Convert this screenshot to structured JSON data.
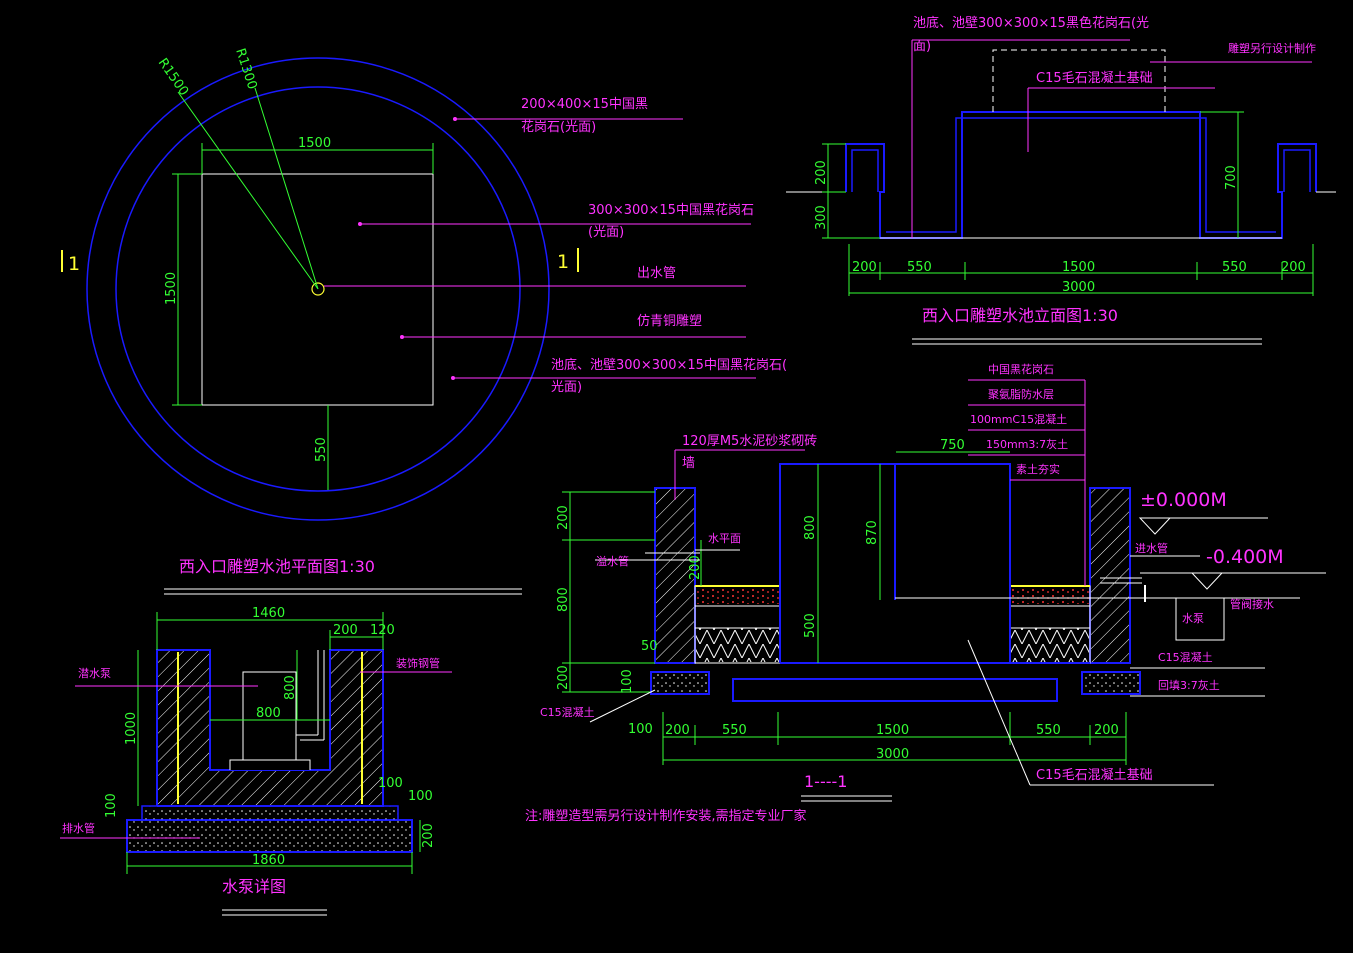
{
  "plan": {
    "title": "西入口雕塑水池平面图1:30",
    "dims": {
      "r1500": "R1500",
      "r1300": "R1300",
      "w1500": "1500",
      "h1500": "1500",
      "d550": "550"
    },
    "section_marks": {
      "left": "1",
      "right": "1"
    },
    "callouts": {
      "c1_line1": "200×400×15中国黑",
      "c1_line2": "花岗石(光面)",
      "c2_line1": "300×300×15中国黑花岗石",
      "c2_line2": "(光面)",
      "c3": "出水管",
      "c4": "仿青铜雕塑",
      "c5_line1": "池底、池壁300×300×15中国黑花岗石(",
      "c5_line2": "光面)"
    }
  },
  "elevation": {
    "title": "西入口雕塑水池立面图1:30",
    "callouts": {
      "top_line1": "池底、池壁300×300×15黑色花岗石(光",
      "top_line2": "面)",
      "right": "雕塑另行设计制作",
      "base": "C15毛石混凝土基础"
    },
    "dims": {
      "d200": "200",
      "d300": "300",
      "d700": "700",
      "b200a": "200",
      "b550a": "550",
      "b1500": "1500",
      "b550b": "550",
      "b200b": "200",
      "total": "3000"
    }
  },
  "section": {
    "title": "1----1",
    "layers": [
      "中国黑花岗石",
      "聚氨脂防水层",
      "100mmC15混凝土",
      "150mm3:7灰土",
      "素土夯实"
    ],
    "wall_note_line1": "120厚M5水泥砂浆砌砖",
    "wall_note_line2": "墙",
    "level_top": "±0.000M",
    "level_water": "-0.400M",
    "labels": {
      "water_surface": "水平面",
      "overflow": "溢水管",
      "inlet": "进水管",
      "pump": "水泵",
      "pipe_well": "管阀接水",
      "c15": "C15混凝土",
      "backfill": "回填3:7灰土",
      "c15_left": "C15混凝土",
      "base": "C15毛石混凝土基础"
    },
    "dims": {
      "d750": "750",
      "d800": "800",
      "d870": "870",
      "d200v": "200",
      "d500": "500",
      "d200l": "200",
      "d800l": "800",
      "d200lb": "200",
      "d100": "100",
      "d50": "50",
      "d100b": "100",
      "b200a": "200",
      "b550a": "550",
      "b1500": "1500",
      "b550b": "550",
      "b200b": "200",
      "total": "3000"
    }
  },
  "pump": {
    "title": "水泵详图",
    "labels": {
      "pump": "潜水泵",
      "wire": "装饰钢管",
      "inlet": "排水管"
    },
    "dims": {
      "w1460": "1460",
      "d200": "200",
      "d120": "120",
      "d800h": "800",
      "d800w": "800",
      "h1000": "1000",
      "d100a": "100",
      "d100b": "100",
      "d100c": "100",
      "d200r": "200",
      "w1860": "1860"
    }
  },
  "note": "注:雕塑造型需另行设计制作安装,需指定专业厂家",
  "colors": {
    "background": "#000000",
    "outline_blue": "#1a1aff",
    "dimension_green": "#33ff33",
    "text_magenta": "#ff33ff",
    "structure_white": "#ffffff",
    "accent_yellow": "#ffff33"
  }
}
